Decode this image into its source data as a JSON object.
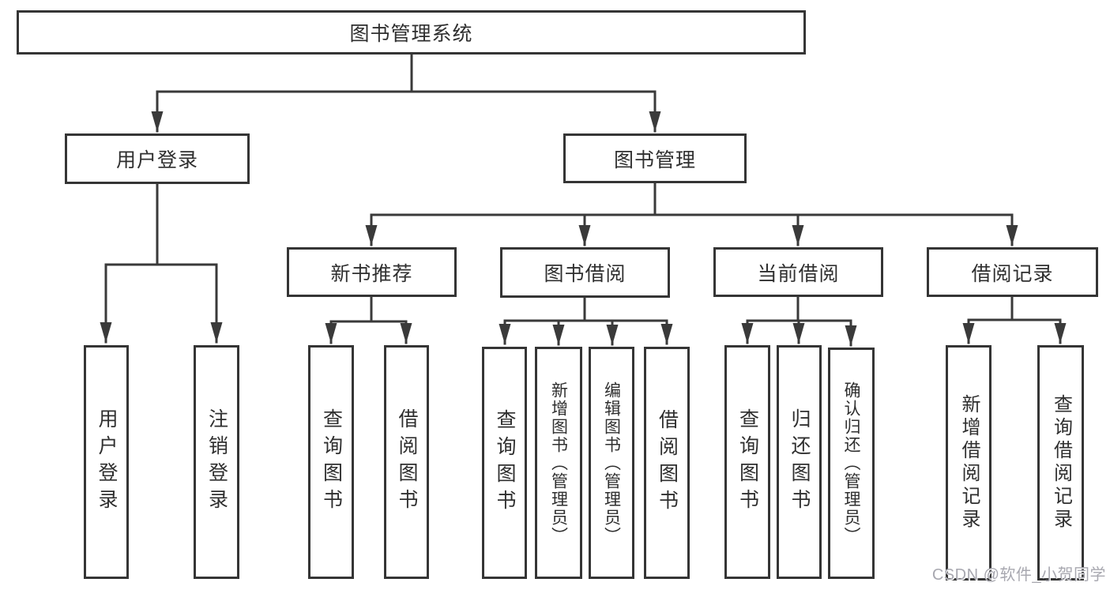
{
  "colors": {
    "background": "#ffffff",
    "line": "#3a3a3a",
    "border": "#353535",
    "text": "#2f2f2f",
    "watermark": "#a8a8b0"
  },
  "watermark": "CSDN @软件_小贺同学",
  "tree": {
    "root": {
      "label": "图书管理系统"
    },
    "branches": [
      {
        "label": "用户登录",
        "children": [
          {
            "label": "用户登录"
          },
          {
            "label": "注销登录"
          }
        ]
      },
      {
        "label": "图书管理",
        "children": [
          {
            "label": "新书推荐",
            "children": [
              {
                "label": "查询图书"
              },
              {
                "label": "借阅图书"
              }
            ]
          },
          {
            "label": "图书借阅",
            "children": [
              {
                "label": "查询图书"
              },
              {
                "label": "新增图书（管理员）"
              },
              {
                "label": "编辑图书（管理员）"
              },
              {
                "label": "借阅图书"
              }
            ]
          },
          {
            "label": "当前借阅",
            "children": [
              {
                "label": "查询图书"
              },
              {
                "label": "归还图书"
              },
              {
                "label": "确认归还（管理员）"
              }
            ]
          },
          {
            "label": "借阅记录",
            "children": [
              {
                "label": "新增借阅记录"
              },
              {
                "label": "查询借阅记录"
              }
            ]
          }
        ]
      }
    ]
  }
}
